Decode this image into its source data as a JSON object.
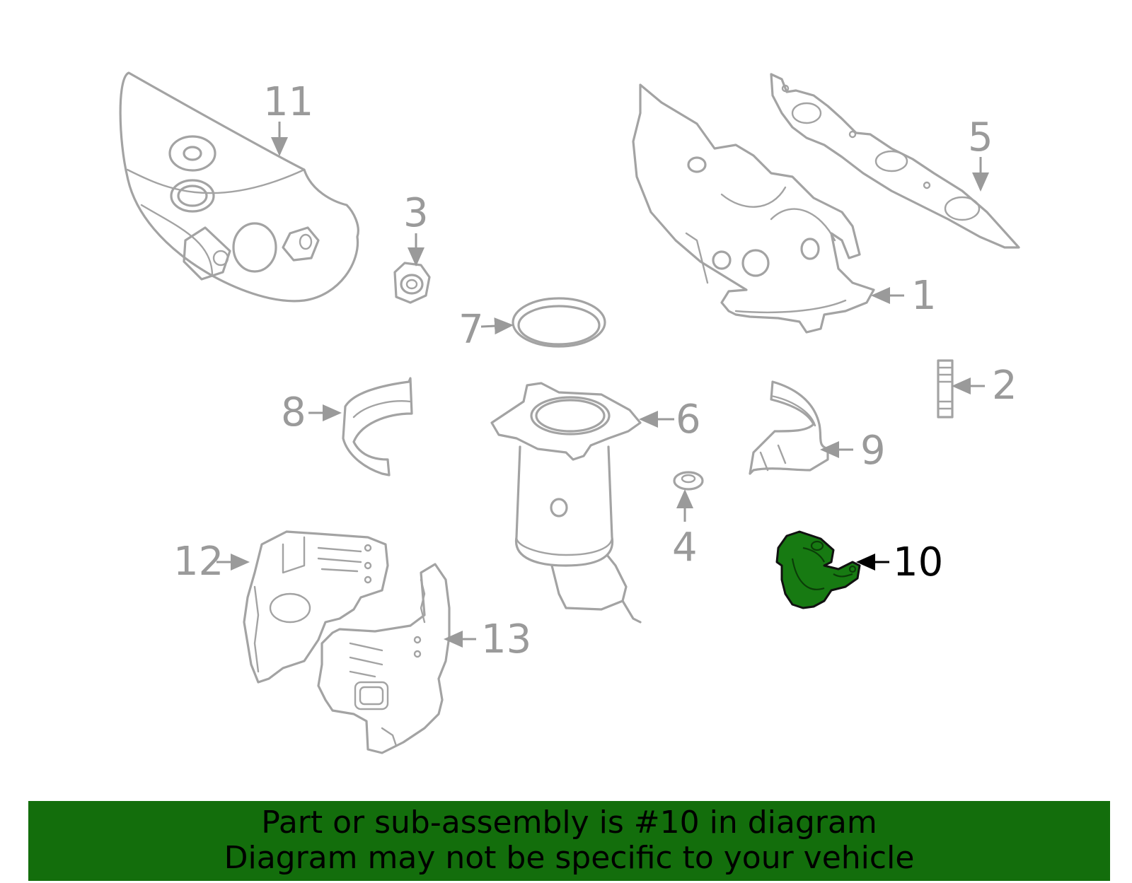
{
  "callouts": {
    "c1": "1",
    "c2": "2",
    "c3": "3",
    "c4": "4",
    "c5": "5",
    "c6": "6",
    "c7": "7",
    "c8": "8",
    "c9": "9",
    "c10": "10",
    "c11": "11",
    "c12": "12",
    "c13": "13"
  },
  "highlighted_part": "10",
  "colors": {
    "highlight": "#177a12",
    "banner": "#136e0c",
    "line_art": "#a3a3a3",
    "label": "#9a9a9a"
  },
  "banner": {
    "line1": "Part or sub-assembly is #10 in diagram",
    "line2": "Diagram may not be specific to your vehicle"
  }
}
